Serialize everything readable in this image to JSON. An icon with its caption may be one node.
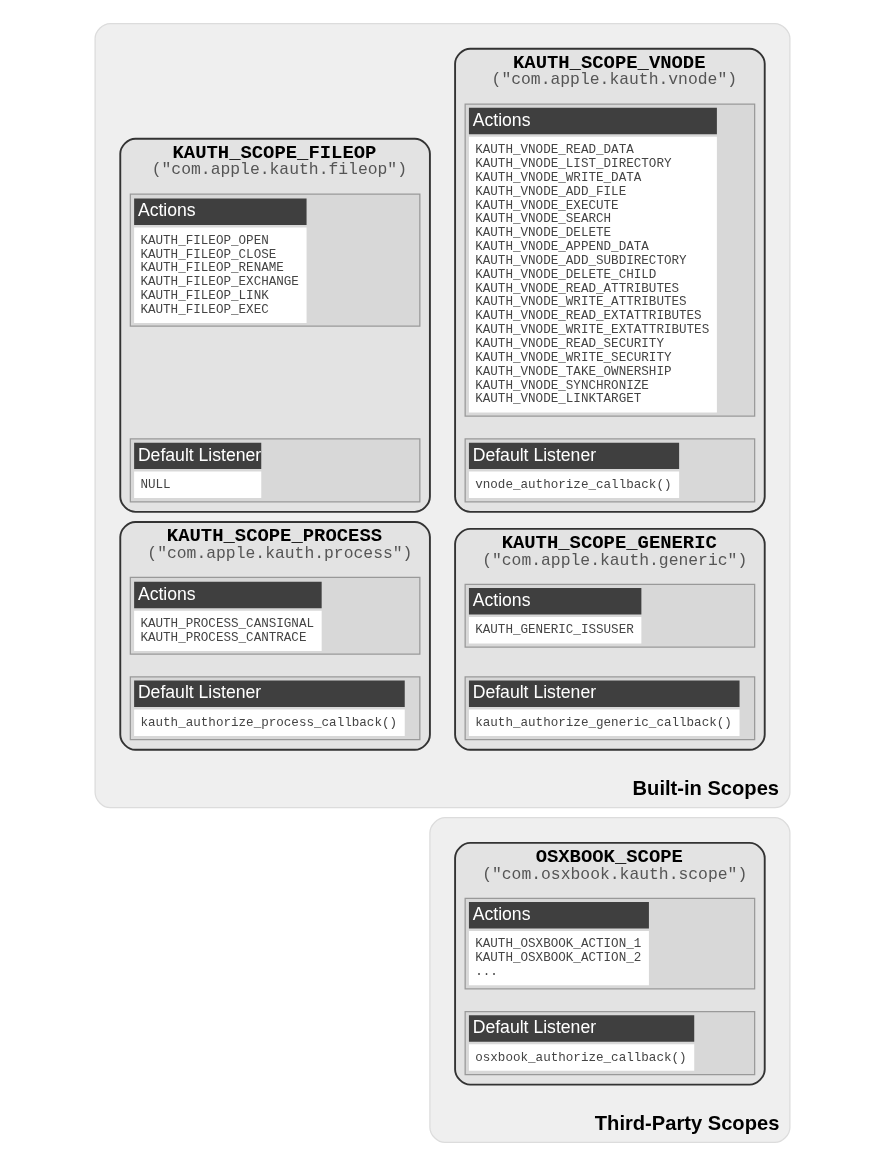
{
  "diagram": {
    "nodes": [
      {
        "text": [
          "Built-in Scopes"
        ]
      },
      {
        "text": [
          "KAUTH_SCOPE_VNODE",
          "(\"com.apple.kauth.vnode\")"
        ],
        "in": 0
      },
      {
        "text": [
          "Actions",
          "KAUTH_VNODE_READ_DATA",
          "KAUTH_VNODE_LIST_DIRECTORY",
          "KAUTH_VNODE_WRITE_DATA",
          "KAUTH_VNODE_ADD_FILE",
          "KAUTH_VNODE_EXECUTE",
          "KAUTH_VNODE_SEARCH",
          "KAUTH_VNODE_DELETE",
          "KAUTH_VNODE_APPEND_DATA",
          "KAUTH_VNODE_ADD_SUBDIRECTORY",
          "KAUTH_VNODE_DELETE_CHILD",
          "KAUTH_VNODE_READ_ATTRIBUTES",
          "KAUTH_VNODE_WRITE_ATTRIBUTES",
          "KAUTH_VNODE_READ_EXTATTRIBUTES",
          "KAUTH_VNODE_WRITE_EXTATTRIBUTES",
          "KAUTH_VNODE_READ_SECURITY",
          "KAUTH_VNODE_WRITE_SECURITY",
          "KAUTH_VNODE_TAKE_OWNERSHIP",
          "KAUTH_VNODE_SYNCHRONIZE",
          "KAUTH_VNODE_LINKTARGET"
        ],
        "in": 1
      },
      {
        "text": [
          "Default Listener",
          "vnode_authorize_callback()"
        ],
        "in": 1
      },
      {
        "text": [
          "KAUTH_SCOPE_FILEOP",
          "(\"com.apple.kauth.fileop\")"
        ],
        "in": 0
      },
      {
        "text": [
          "Actions",
          "KAUTH_FILEOP_OPEN",
          "KAUTH_FILEOP_CLOSE",
          "KAUTH_FILEOP_RENAME",
          "KAUTH_FILEOP_EXCHANGE",
          "KAUTH_FILEOP_LINK",
          "KAUTH_FILEOP_EXEC"
        ],
        "in": 4
      },
      {
        "text": [
          "Default Listener",
          "NULL"
        ],
        "in": 4
      },
      {
        "text": [
          "KAUTH_SCOPE_PROCESS",
          "(\"com.apple.kauth.process\")"
        ],
        "in": 0
      },
      {
        "text": [
          "Actions",
          "KAUTH_PROCESS_CANSIGNAL",
          "KAUTH_PROCESS_CANTRACE"
        ],
        "in": 7
      },
      {
        "text": [
          "Default Listener",
          "kauth_authorize_process_callback()"
        ],
        "in": 7
      },
      {
        "text": [
          "KAUTH_SCOPE_GENERIC",
          "(\"com.apple.kauth.generic\")"
        ],
        "in": 0
      },
      {
        "text": [
          "Actions",
          "KAUTH_GENERIC_ISSUSER"
        ],
        "in": 10
      },
      {
        "text": [
          "Default Listener",
          "kauth_authorize_generic_callback()"
        ],
        "in": 10
      },
      {
        "text": [
          "Third-Party Scopes"
        ]
      },
      {
        "text": [
          "OSXBOOK_SCOPE",
          "(\"com.osxbook.kauth.scope\")"
        ],
        "in": 13
      },
      {
        "text": [
          "Actions",
          "KAUTH_OSXBOOK_ACTION_1",
          "KAUTH_OSXBOOK_ACTION_2",
          "..."
        ],
        "in": 14
      },
      {
        "text": [
          "Default Listener",
          "osxbook_authorize_callback()"
        ],
        "in": 14
      }
    ]
  }
}
